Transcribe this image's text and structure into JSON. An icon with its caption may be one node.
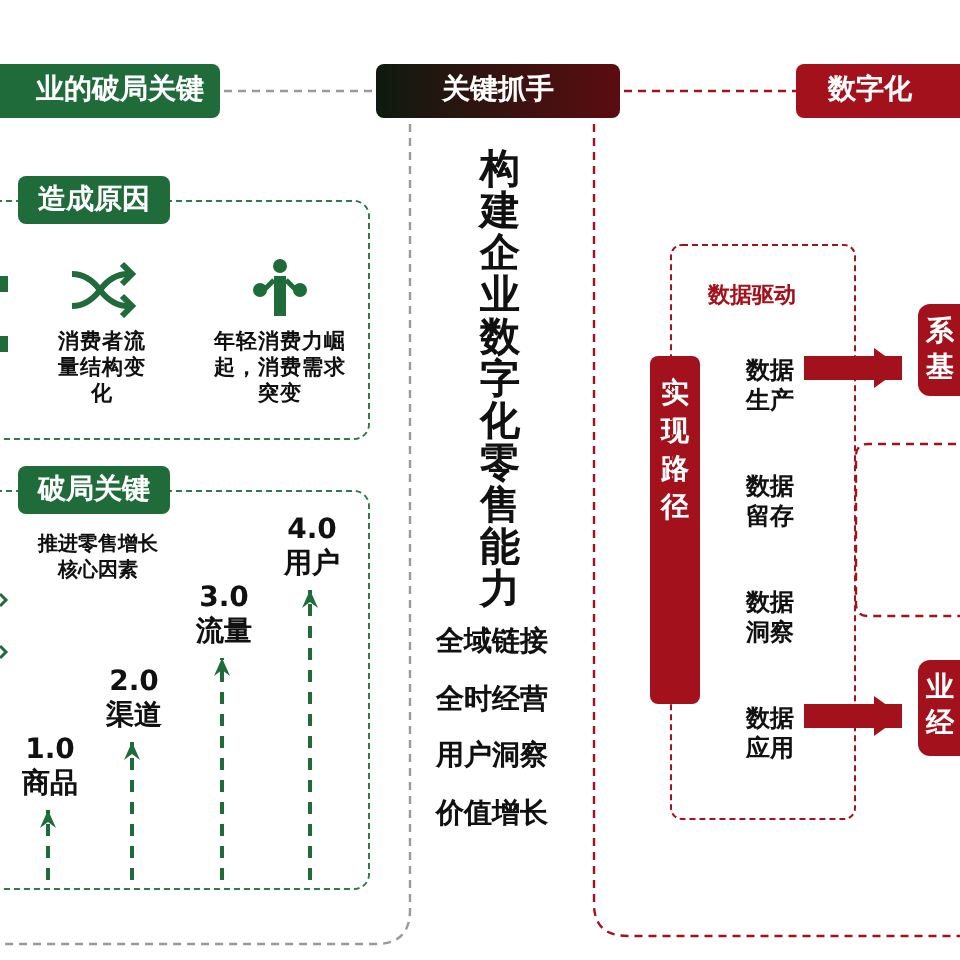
{
  "diagram": {
    "nodes": [
      {
        "text": [
          "业的破局关键"
        ]
      },
      {
        "text": [
          "关键抓手"
        ]
      },
      {
        "text": [
          "数字化"
        ]
      },
      {
        "text": [
          "造成原因"
        ]
      },
      {
        "text": [
          "消费者流量结构变化"
        ],
        "in": 3
      },
      {
        "text": [
          "年轻消费力崛起，消费需求突变"
        ],
        "in": 3
      },
      {
        "text": [
          "破局关键",
          "推进零售增长核心因素"
        ]
      },
      {
        "text": [
          "1.0",
          "商品"
        ],
        "in": 6
      },
      {
        "text": [
          "2.0",
          "渠道"
        ],
        "in": 6
      },
      {
        "text": [
          "3.0",
          "流量"
        ],
        "in": 6
      },
      {
        "text": [
          "4.0",
          "用户"
        ],
        "in": 6
      },
      {
        "text": [
          "实现路径"
        ]
      },
      {
        "text": [
          "数据驱动"
        ]
      },
      {
        "text": [
          "数据生产"
        ],
        "in": 12
      },
      {
        "text": [
          "数据留存"
        ],
        "in": 12
      },
      {
        "text": [
          "数据洞察"
        ],
        "in": 12
      },
      {
        "text": [
          "数据应用"
        ],
        "in": 12
      },
      {
        "text": [
          "系基"
        ]
      },
      {
        "text": [
          "业经"
        ]
      }
    ],
    "edges": [
      {
        "from": 0,
        "to": 1,
        "arrow": "none",
        "style": "dashed",
        "color": "#999999"
      },
      {
        "from": 1,
        "to": 2,
        "arrow": "none",
        "style": "dashed",
        "color": "#a3121c"
      },
      {
        "from": null,
        "to": 7,
        "arrow": "to",
        "style": "dashed",
        "color": "#1f6b3a"
      },
      {
        "from": null,
        "to": 8,
        "arrow": "to",
        "style": "dashed",
        "color": "#1f6b3a"
      },
      {
        "from": null,
        "to": 9,
        "arrow": "to",
        "style": "dashed",
        "color": "#1f6b3a"
      },
      {
        "from": null,
        "to": 10,
        "arrow": "to",
        "style": "dashed",
        "color": "#1f6b3a"
      },
      {
        "from": 13,
        "to": 17,
        "arrow": "to",
        "style": "thick",
        "color": "#a3121c"
      },
      {
        "from": 16,
        "to": 18,
        "arrow": "to",
        "style": "thick",
        "color": "#a3121c"
      }
    ],
    "labels": [
      "构建企业数字化零售能力",
      "全域链接",
      "全时经营",
      "用户洞察",
      "价值增长"
    ]
  }
}
